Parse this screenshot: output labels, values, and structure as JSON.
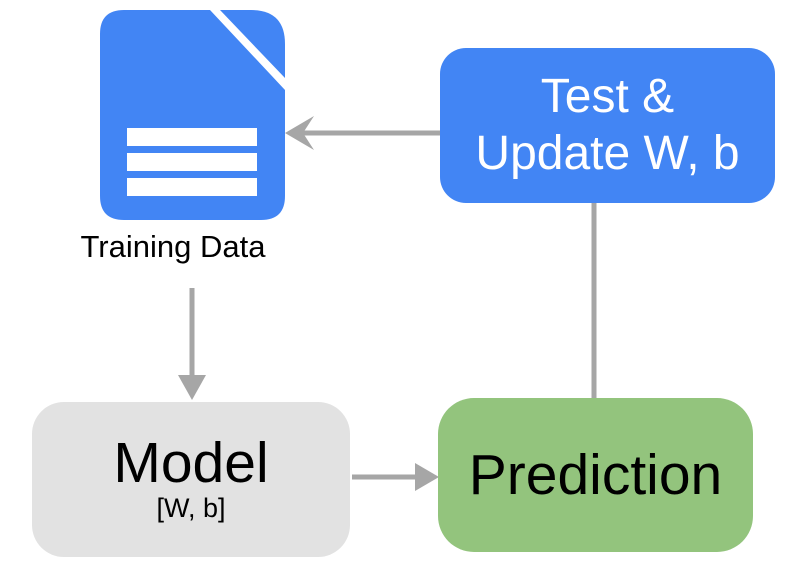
{
  "diagram": {
    "title": "",
    "background_color": "#ffffff",
    "connector_color": "#a6a6a6",
    "nodes": {
      "training_data": {
        "label": "Training Data",
        "icon": "document-icon",
        "icon_color": "#4285f4",
        "icon_detail_color": "#ffffff"
      },
      "test_update": {
        "label_line1": "Test &",
        "label_line2": "Update W, b",
        "bg_color": "#4285f4",
        "text_color": "#ffffff"
      },
      "model": {
        "label": "Model",
        "sublabel": "[W, b]",
        "bg_color": "#e2e2e2",
        "text_color": "#000000"
      },
      "prediction": {
        "label": "Prediction",
        "bg_color": "#93c47d",
        "text_color": "#000000"
      }
    },
    "edges": [
      {
        "from": "test_update",
        "to": "training_data",
        "style": "stealth-arrow",
        "direction": "left"
      },
      {
        "from": "training_data",
        "to": "model",
        "style": "solid-arrow",
        "direction": "down"
      },
      {
        "from": "model",
        "to": "prediction",
        "style": "solid-arrow",
        "direction": "right"
      },
      {
        "from": "test_update",
        "to": "prediction",
        "style": "plain-line",
        "direction": "down"
      }
    ]
  }
}
